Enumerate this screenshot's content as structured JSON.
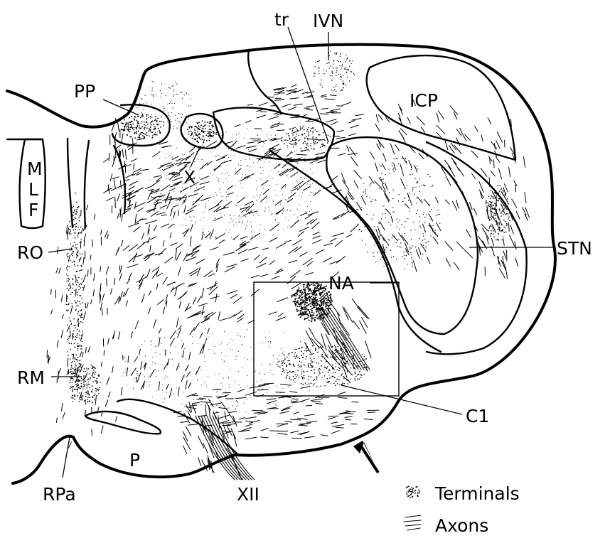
{
  "labels": {
    "tr": "tr",
    "ivn": "IVN",
    "pp": "PP",
    "icp": "ICP",
    "mlf_m": "M",
    "mlf_l": "L",
    "mlf_f": "F",
    "x": "X",
    "ro": "RO",
    "stn": "STN",
    "na": "NA",
    "rm": "RM",
    "c1": "C1",
    "p": "P",
    "rpa": "RPa",
    "xii": "XII"
  },
  "legend": {
    "terminals": "Terminals",
    "axons": "Axons"
  },
  "colors": {
    "ink": "#000000",
    "paper": "#ffffff"
  }
}
